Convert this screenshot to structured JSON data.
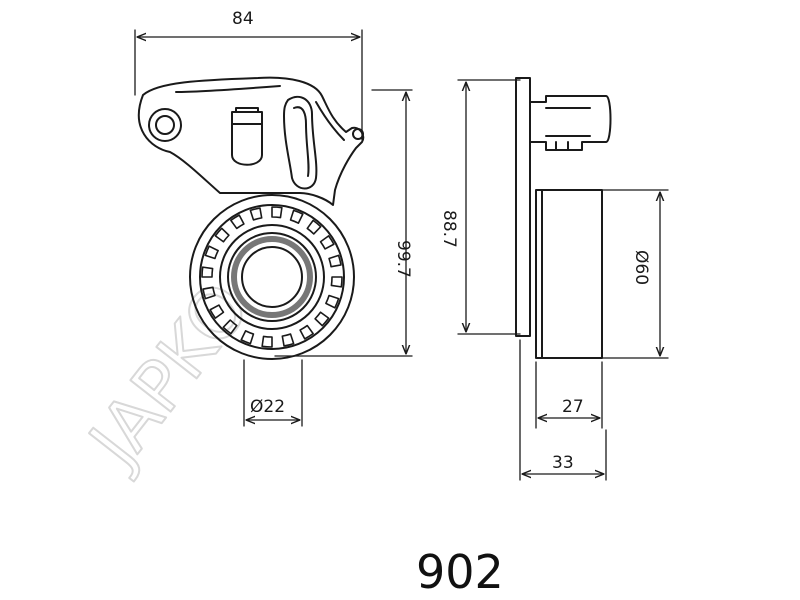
{
  "drawing": {
    "part_number": "902",
    "watermark": "JAPKO",
    "dimensions": {
      "width_overall": "84",
      "height_pulley_axis": "99.7",
      "height_side": "88.7",
      "pulley_diameter": "Ø60",
      "bore_diameter": "Ø22",
      "pulley_width": "27",
      "overall_depth": "33"
    }
  }
}
